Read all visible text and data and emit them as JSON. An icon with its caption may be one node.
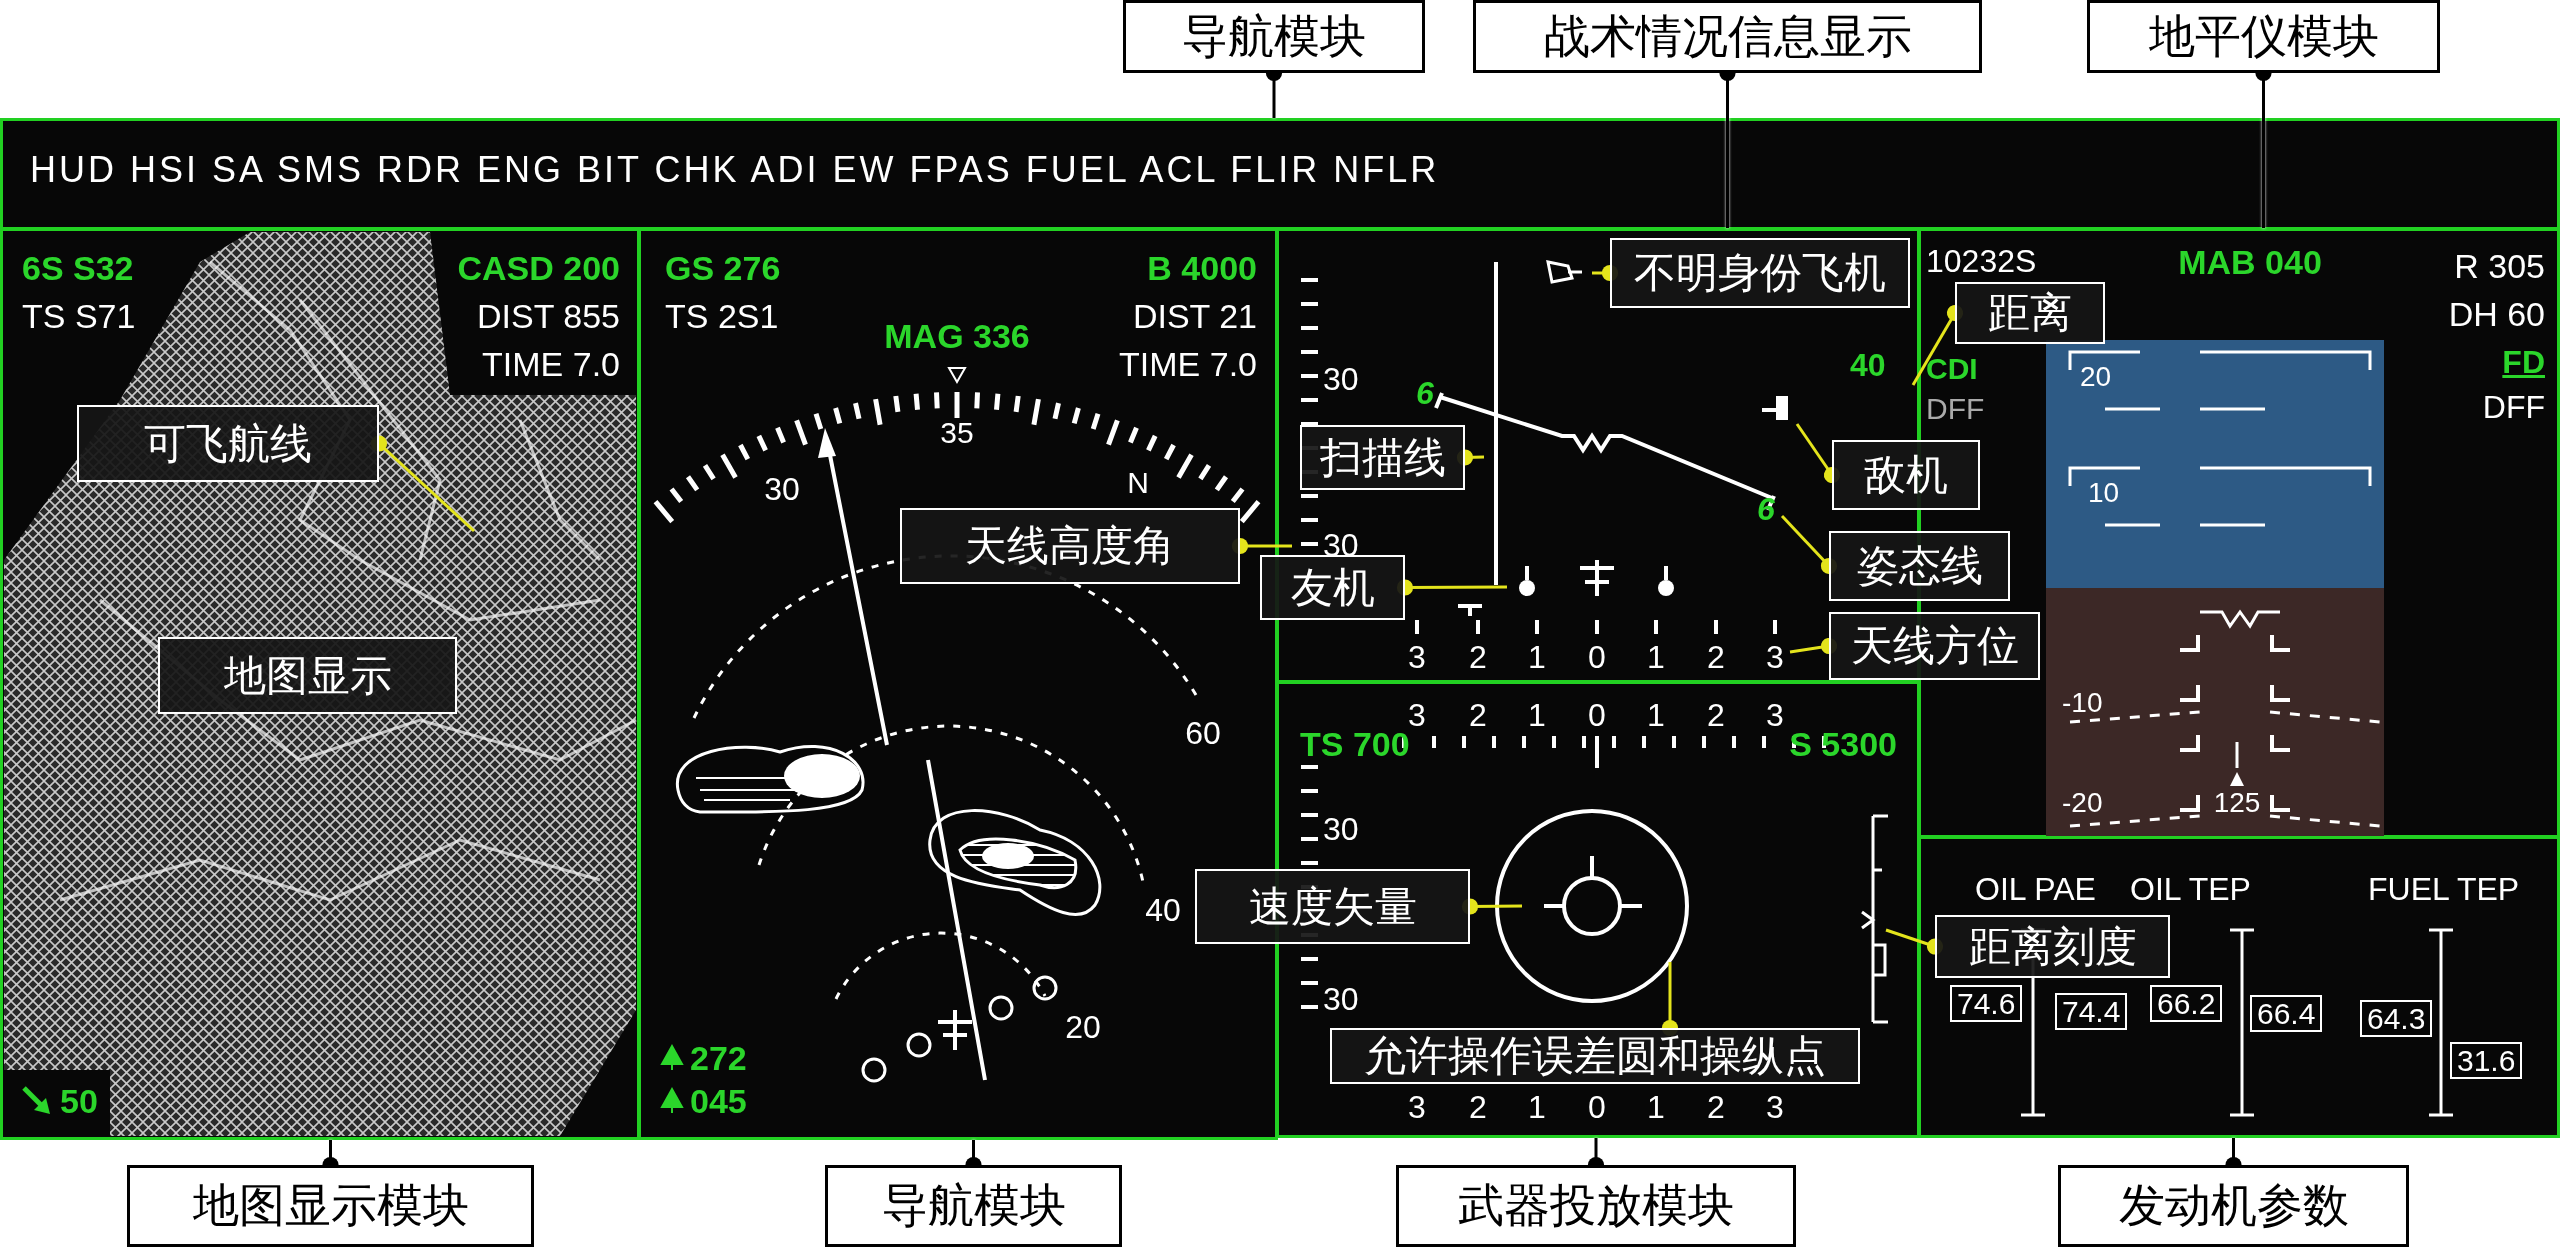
{
  "diagram": {
    "nodes": [
      {
        "text": [
          "导航模块"
        ]
      },
      {
        "text": [
          "战术情况信息显示"
        ]
      },
      {
        "text": [
          "地平仪模块"
        ]
      },
      {
        "text": [
          "HUD HSI SA SMS RDR ENG BIT CHK ADI EW FPAS FUEL ACL FLIR NFLR"
        ]
      },
      {
        "text": [
          "6S S32",
          "TS S71",
          "CASD 200",
          "DIST 855",
          "TIME 7.0",
          "50"
        ]
      },
      {
        "text": [
          "GS 276",
          "TS 2S1",
          "B 4000",
          "DIST 21",
          "TIME 7.0",
          "MAG 336",
          "30",
          "35",
          "N",
          "60",
          "40",
          "20",
          "272",
          "045"
        ]
      },
      {
        "text": [
          "30",
          "30",
          "6",
          "6",
          "40",
          "3",
          "2",
          "1",
          "0",
          "1",
          "2",
          "3"
        ]
      },
      {
        "text": [
          "3",
          "2",
          "1",
          "0",
          "1",
          "2",
          "3",
          "TS 700",
          "S 5300",
          "30",
          "30",
          "3",
          "2",
          "1",
          "0",
          "1",
          "2",
          "3"
        ]
      },
      {
        "text": [
          "10232S",
          "MAB 040",
          "R 305",
          "DH 60",
          "CDI",
          "DFF",
          "FD",
          "DFF",
          "20",
          "10",
          "-10",
          "-20",
          "125"
        ]
      },
      {
        "text": [
          "OIL PAE",
          "OIL TEP",
          "FUEL TEP",
          "74.6",
          "74.4",
          "66.2",
          "66.4",
          "64.3",
          "31.6"
        ]
      },
      {
        "text": [
          "可飞航线"
        ],
        "in": 4
      },
      {
        "text": [
          "地图显示"
        ],
        "in": 4
      },
      {
        "text": [
          "天线高度角"
        ],
        "in": 5
      },
      {
        "text": [
          "扫描线"
        ],
        "in": 6
      },
      {
        "text": [
          "不明身份飞机"
        ],
        "in": 6
      },
      {
        "text": [
          "距离"
        ],
        "in": 8
      },
      {
        "text": [
          "敌机"
        ]
      },
      {
        "text": [
          "姿态线"
        ]
      },
      {
        "text": [
          "友机"
        ]
      },
      {
        "text": [
          "天线方位"
        ]
      },
      {
        "text": [
          "速度矢量"
        ]
      },
      {
        "text": [
          "距离刻度"
        ],
        "in": 9
      },
      {
        "text": [
          "允许操作误差圆和操纵点"
        ],
        "in": 7
      },
      {
        "text": [
          "地图显示模块"
        ]
      },
      {
        "text": [
          "导航模块"
        ]
      },
      {
        "text": [
          "武器投放模块"
        ]
      },
      {
        "text": [
          "发动机参数"
        ]
      }
    ],
    "edges": [
      {
        "from": 0,
        "to": 3,
        "arrow": "other",
        "color": "#000000"
      },
      {
        "from": 1,
        "to": 6,
        "arrow": "other",
        "color": "#000000"
      },
      {
        "from": 2,
        "to": 8,
        "arrow": "other",
        "color": "#000000"
      },
      {
        "from": 10,
        "to": null,
        "arrow": "other"
      },
      {
        "from": 12,
        "to": 6,
        "arrow": "other"
      },
      {
        "from": 13,
        "to": 6,
        "arrow": "other"
      },
      {
        "from": 14,
        "to": 6,
        "arrow": "other"
      },
      {
        "from": 15,
        "to": 6,
        "arrow": "other"
      },
      {
        "from": 16,
        "to": 6,
        "arrow": "other"
      },
      {
        "from": 17,
        "to": 6,
        "arrow": "other"
      },
      {
        "from": 18,
        "to": 6,
        "arrow": "other"
      },
      {
        "from": 19,
        "to": 6,
        "arrow": "other"
      },
      {
        "from": 20,
        "to": null,
        "arrow": "other"
      },
      {
        "from": 21,
        "to": 7,
        "arrow": "other"
      },
      {
        "from": 22,
        "to": null,
        "arrow": "other"
      },
      {
        "from": 23,
        "to": 4,
        "arrow": "other",
        "color": "#000000"
      },
      {
        "from": 24,
        "to": 5,
        "arrow": "other",
        "color": "#000000"
      },
      {
        "from": 25,
        "to": 7,
        "arrow": "other",
        "color": "#000000"
      },
      {
        "from": 26,
        "to": 9,
        "arrow": "other",
        "color": "#000000"
      }
    ]
  }
}
